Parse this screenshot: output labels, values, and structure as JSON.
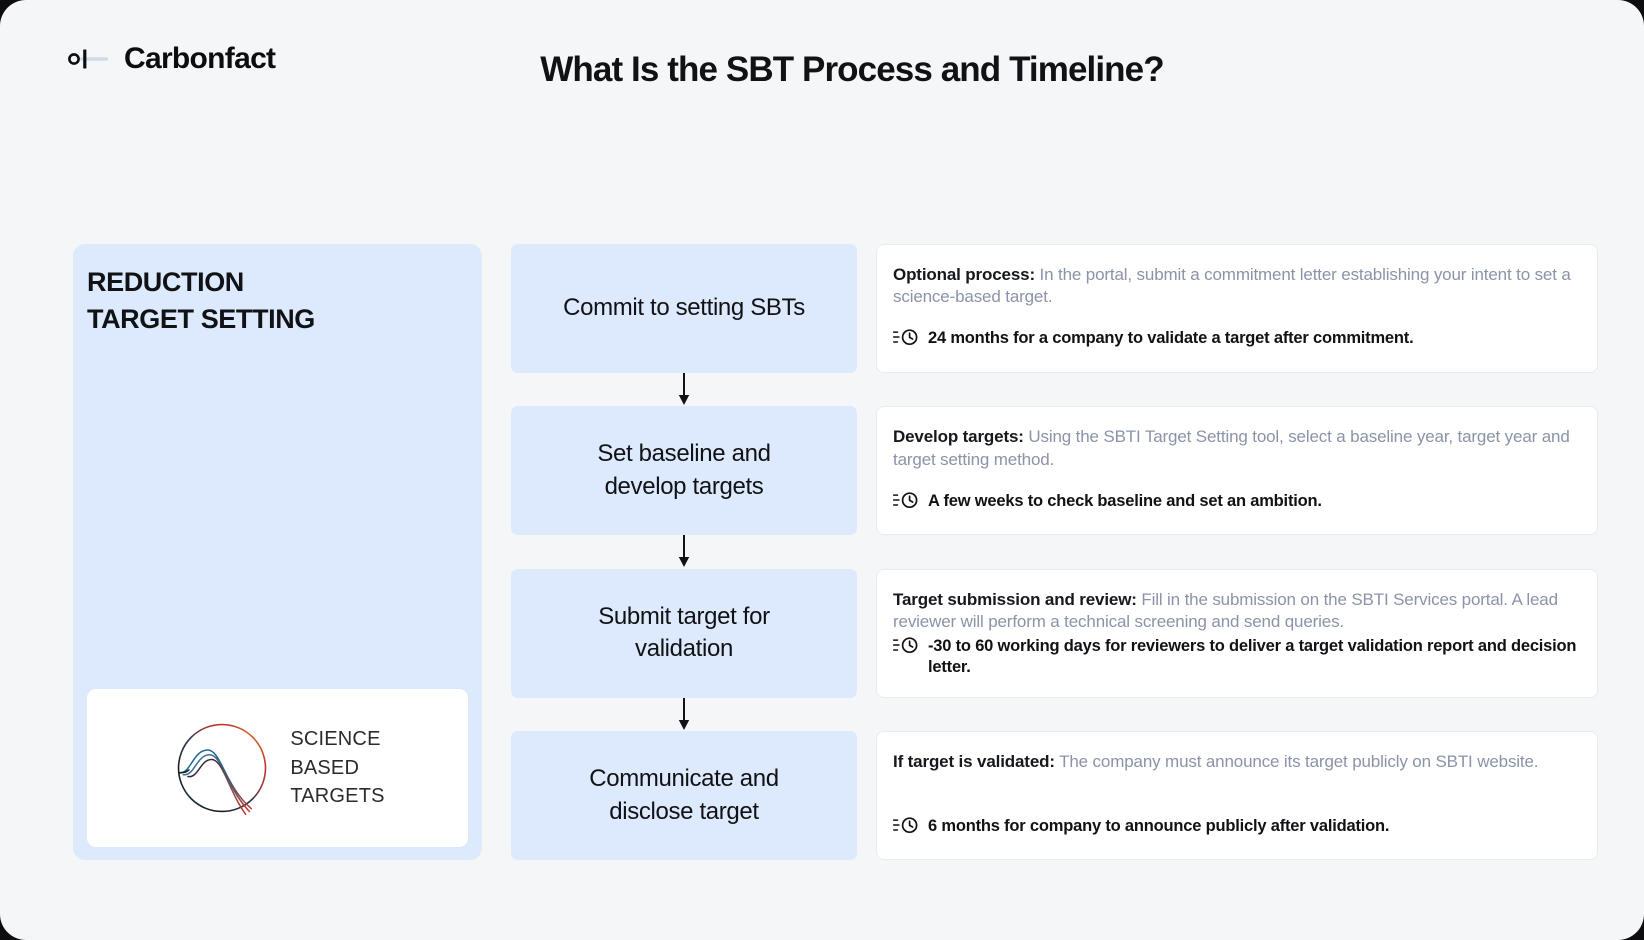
{
  "brand": {
    "name": "Carbonfact",
    "mark_icon": "carbonfact-logo-icon"
  },
  "header": {
    "title": "What Is the SBT Process and Timeline?"
  },
  "left_panel": {
    "title": "REDUCTION\nTARGET SETTING",
    "logo": {
      "icon": "science-based-targets-logo-icon",
      "wordmark": "SCIENCE\nBASED\nTARGETS"
    }
  },
  "flow": {
    "arrow_icon": "arrow-down-icon",
    "steps": [
      {
        "label": "Commit to setting SBTs"
      },
      {
        "label": "Set baseline and\ndevelop targets"
      },
      {
        "label": "Submit target for\nvalidation"
      },
      {
        "label": "Communicate and\ndisclose target"
      }
    ]
  },
  "details": {
    "time_icon": "clock-history-icon",
    "cards": [
      {
        "label": "Optional process:",
        "description": " In the portal, submit a commitment letter establishing your intent to set a science-based target.",
        "duration": "24 months for a company to validate a target after commitment."
      },
      {
        "label": "Develop targets:",
        "description": " Using the SBTI Target Setting tool, select a baseline year, target year and target setting method.",
        "duration": "A few weeks to check baseline and set an ambition."
      },
      {
        "label": "Target submission and review:",
        "description": " Fill in the submission on the SBTI Services portal. A lead reviewer will perform a technical screening and send queries.",
        "duration": "-30 to 60 working days for reviewers to deliver a target validation report and decision letter."
      },
      {
        "label": "If target is validated:",
        "description": " The company must announce its target publicly on SBTI website.",
        "duration": "6 months for company to announce publicly after validation."
      }
    ]
  },
  "colors": {
    "page_background": "#f5f6f8",
    "panel_blue": "#ddeafd",
    "card_white": "#ffffff",
    "muted_text": "#8b93a7",
    "dark_text": "#111215"
  }
}
